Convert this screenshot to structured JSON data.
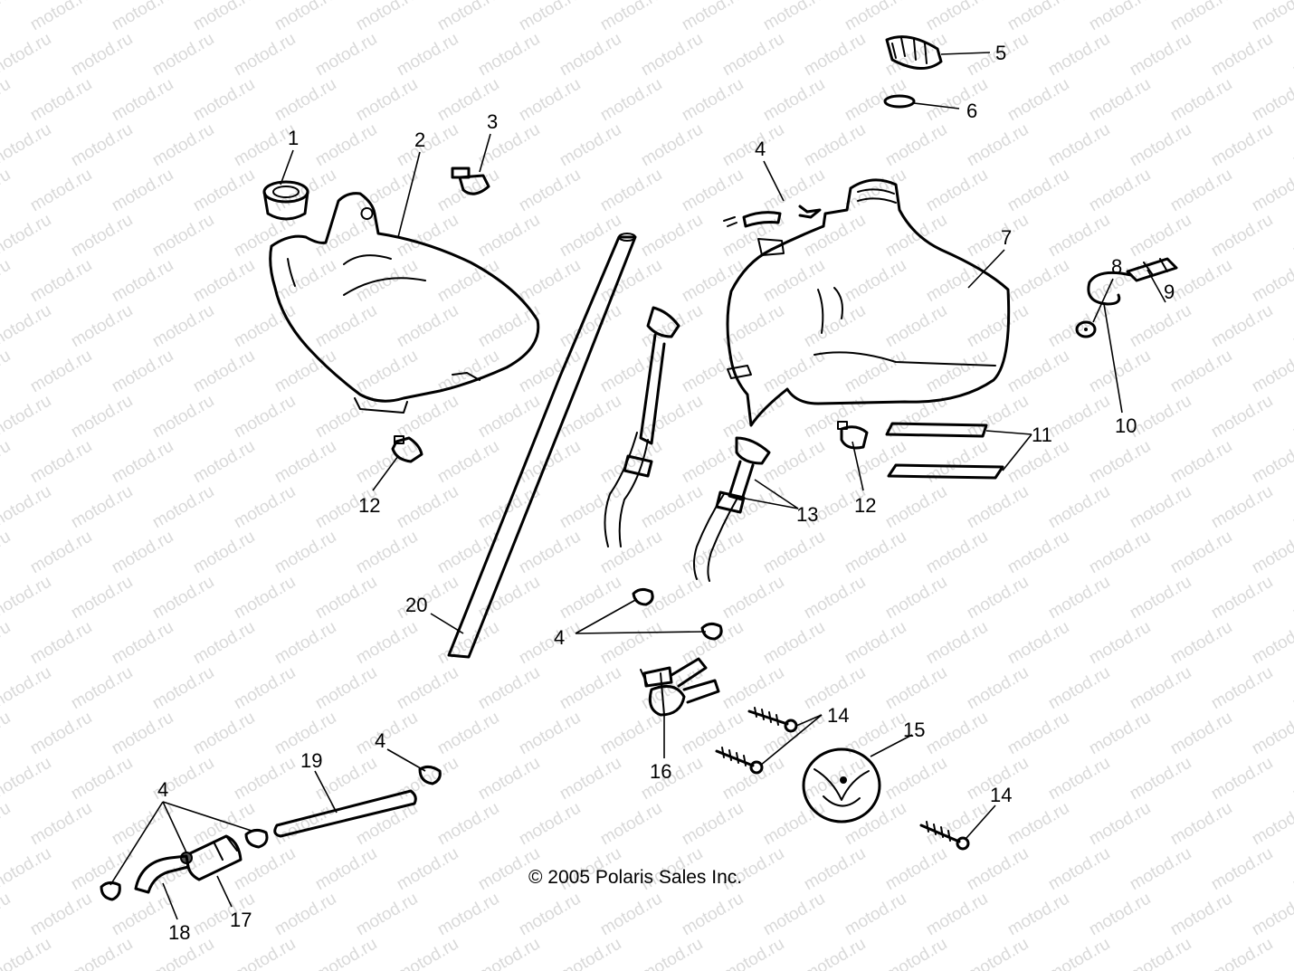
{
  "watermark": {
    "text": "motod.ru"
  },
  "copyright": "© 2005 Polaris Sales Inc.",
  "callouts": {
    "c1": "1",
    "c2": "2",
    "c3": "3",
    "c4a": "4",
    "c4b": "4",
    "c4c": "4",
    "c4d": "4",
    "c5": "5",
    "c6": "6",
    "c7": "7",
    "c8": "8",
    "c9": "9",
    "c10": "10",
    "c11": "11",
    "c12a": "12",
    "c12b": "12",
    "c13": "13",
    "c14a": "14",
    "c14b": "14",
    "c15": "15",
    "c16": "16",
    "c17": "17",
    "c18": "18",
    "c19": "19",
    "c20": "20"
  }
}
